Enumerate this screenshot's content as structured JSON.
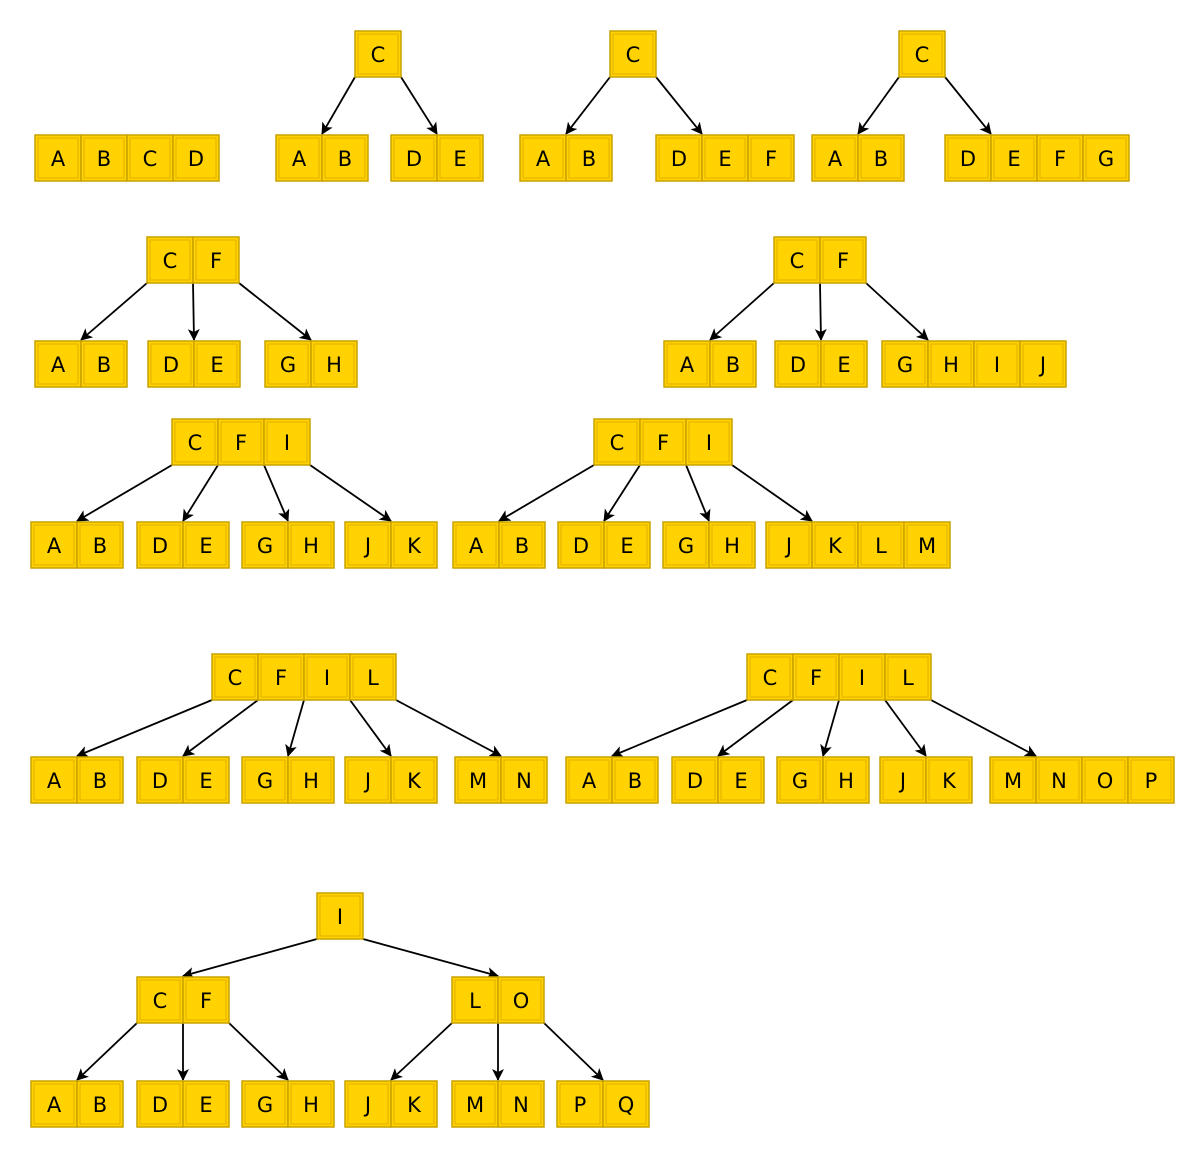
{
  "title": "",
  "colors": {
    "cell_fill": "#FFD200",
    "cell_stroke": "#C9A200",
    "edge": "#000000"
  },
  "trees": [
    {
      "id": "t1",
      "nodes": {
        "n0": [
          "A",
          "B",
          "C",
          "D"
        ]
      },
      "edges": []
    },
    {
      "id": "t2",
      "nodes": {
        "root": [
          "C"
        ],
        "c0": [
          "A",
          "B"
        ],
        "c1": [
          "D",
          "E"
        ]
      },
      "edges": [
        [
          "root",
          "c0"
        ],
        [
          "root",
          "c1"
        ]
      ]
    },
    {
      "id": "t3",
      "nodes": {
        "root": [
          "C"
        ],
        "c0": [
          "A",
          "B"
        ],
        "c1": [
          "D",
          "E",
          "F"
        ]
      },
      "edges": [
        [
          "root",
          "c0"
        ],
        [
          "root",
          "c1"
        ]
      ]
    },
    {
      "id": "t4",
      "nodes": {
        "root": [
          "C"
        ],
        "c0": [
          "A",
          "B"
        ],
        "c1": [
          "D",
          "E",
          "F",
          "G"
        ]
      },
      "edges": [
        [
          "root",
          "c0"
        ],
        [
          "root",
          "c1"
        ]
      ]
    },
    {
      "id": "t5",
      "nodes": {
        "root": [
          "C",
          "F"
        ],
        "c0": [
          "A",
          "B"
        ],
        "c1": [
          "D",
          "E"
        ],
        "c2": [
          "G",
          "H"
        ]
      },
      "edges": [
        [
          "root",
          "c0"
        ],
        [
          "root",
          "c1"
        ],
        [
          "root",
          "c2"
        ]
      ]
    },
    {
      "id": "t6",
      "nodes": {
        "root": [
          "C",
          "F"
        ],
        "c0": [
          "A",
          "B"
        ],
        "c1": [
          "D",
          "E"
        ],
        "c2": [
          "G",
          "H",
          "I",
          "J"
        ]
      },
      "edges": [
        [
          "root",
          "c0"
        ],
        [
          "root",
          "c1"
        ],
        [
          "root",
          "c2"
        ]
      ]
    },
    {
      "id": "t7",
      "nodes": {
        "root": [
          "C",
          "F",
          "I"
        ],
        "c0": [
          "A",
          "B"
        ],
        "c1": [
          "D",
          "E"
        ],
        "c2": [
          "G",
          "H"
        ],
        "c3": [
          "J",
          "K"
        ]
      },
      "edges": [
        [
          "root",
          "c0"
        ],
        [
          "root",
          "c1"
        ],
        [
          "root",
          "c2"
        ],
        [
          "root",
          "c3"
        ]
      ]
    },
    {
      "id": "t8",
      "nodes": {
        "root": [
          "C",
          "F",
          "I"
        ],
        "c0": [
          "A",
          "B"
        ],
        "c1": [
          "D",
          "E"
        ],
        "c2": [
          "G",
          "H"
        ],
        "c3": [
          "J",
          "K",
          "L",
          "M"
        ]
      },
      "edges": [
        [
          "root",
          "c0"
        ],
        [
          "root",
          "c1"
        ],
        [
          "root",
          "c2"
        ],
        [
          "root",
          "c3"
        ]
      ]
    },
    {
      "id": "t9",
      "nodes": {
        "root": [
          "C",
          "F",
          "I",
          "L"
        ],
        "c0": [
          "A",
          "B"
        ],
        "c1": [
          "D",
          "E"
        ],
        "c2": [
          "G",
          "H"
        ],
        "c3": [
          "J",
          "K"
        ],
        "c4": [
          "M",
          "N"
        ]
      },
      "edges": [
        [
          "root",
          "c0"
        ],
        [
          "root",
          "c1"
        ],
        [
          "root",
          "c2"
        ],
        [
          "root",
          "c3"
        ],
        [
          "root",
          "c4"
        ]
      ]
    },
    {
      "id": "t10",
      "nodes": {
        "root": [
          "C",
          "F",
          "I",
          "L"
        ],
        "c0": [
          "A",
          "B"
        ],
        "c1": [
          "D",
          "E"
        ],
        "c2": [
          "G",
          "H"
        ],
        "c3": [
          "J",
          "K"
        ],
        "c4": [
          "M",
          "N",
          "O",
          "P"
        ]
      },
      "edges": [
        [
          "root",
          "c0"
        ],
        [
          "root",
          "c1"
        ],
        [
          "root",
          "c2"
        ],
        [
          "root",
          "c3"
        ],
        [
          "root",
          "c4"
        ]
      ]
    },
    {
      "id": "t11",
      "nodes": {
        "root": [
          "I"
        ],
        "m0": [
          "C",
          "F"
        ],
        "m1": [
          "L",
          "O"
        ],
        "l0": [
          "A",
          "B"
        ],
        "l1": [
          "D",
          "E"
        ],
        "l2": [
          "G",
          "H"
        ],
        "l3": [
          "J",
          "K"
        ],
        "l4": [
          "M",
          "N"
        ],
        "l5": [
          "P",
          "Q"
        ]
      },
      "edges": [
        [
          "root",
          "m0"
        ],
        [
          "root",
          "m1"
        ],
        [
          "m0",
          "l0"
        ],
        [
          "m0",
          "l1"
        ],
        [
          "m0",
          "l2"
        ],
        [
          "m1",
          "l3"
        ],
        [
          "m1",
          "l4"
        ],
        [
          "m1",
          "l5"
        ]
      ]
    }
  ]
}
